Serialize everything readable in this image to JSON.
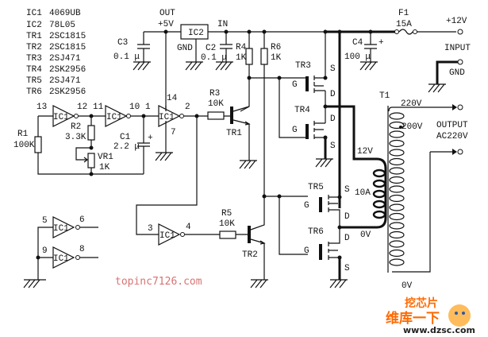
{
  "parts_list": [
    {
      "ref": "IC1",
      "part": "4069UB"
    },
    {
      "ref": "IC2",
      "part": "78L05"
    },
    {
      "ref": "TR1",
      "part": "2SC1815"
    },
    {
      "ref": "TR2",
      "part": "2SC1815"
    },
    {
      "ref": "TR3",
      "part": "2SJ471"
    },
    {
      "ref": "TR4",
      "part": "2SK2956"
    },
    {
      "ref": "TR5",
      "part": "2SJ471"
    },
    {
      "ref": "TR6",
      "part": "2SK2956"
    }
  ],
  "regulator": {
    "label": "IC2",
    "out": "OUT",
    "out_v": "+5V",
    "in": "IN",
    "gnd": "GND"
  },
  "capacitors": {
    "c1": {
      "name": "C1",
      "value": "2.2 μ",
      "polarity": "+"
    },
    "c2": {
      "name": "C2",
      "value": "0.1 μ"
    },
    "c3": {
      "name": "C3",
      "value": "0.1 μ"
    },
    "c4": {
      "name": "C4",
      "value": "100 μ",
      "polarity": "+"
    }
  },
  "resistors": {
    "r1": {
      "name": "R1",
      "value": "100K"
    },
    "r2": {
      "name": "R2",
      "value": "3.3K"
    },
    "r3": {
      "name": "R3",
      "value": "10K"
    },
    "r4": {
      "name": "R4",
      "value": "1K"
    },
    "r5": {
      "name": "R5",
      "value": "10K"
    },
    "r6": {
      "name": "R6",
      "value": "1K"
    },
    "vr1": {
      "name": "VR1",
      "value": "1K"
    }
  },
  "inverters": {
    "label": "IC1",
    "pins": {
      "p1": "1",
      "p2": "2",
      "p3": "3",
      "p4": "4",
      "p5": "5",
      "p6": "6",
      "p7": "7",
      "p8": "8",
      "p9": "9",
      "p10": "10",
      "p11": "11",
      "p12": "12",
      "p13": "13",
      "p14": "14"
    }
  },
  "transistors": {
    "tr1": "TR1",
    "tr2": "TR2",
    "tr3": "TR3",
    "tr4": "TR4",
    "tr5": "TR5",
    "tr6": "TR6"
  },
  "mosfet_pins": {
    "g": "G",
    "s": "S",
    "d": "D"
  },
  "fuse": {
    "name": "F1",
    "rating": "15A"
  },
  "input": {
    "voltage": "+12V",
    "label": "INPUT",
    "gnd": "GND"
  },
  "transformer": {
    "name": "T1",
    "primary_top": "12V",
    "primary_current": "10A",
    "primary_bottom": "0V",
    "tap_220": "220V",
    "tap_200": "200V",
    "tap_0": "0V"
  },
  "output": {
    "label": "OUTPUT",
    "type": "AC220V"
  },
  "watermarks": {
    "site1": "topinc7126.com",
    "logo_top": "挖芯片",
    "logo_mid": "维库一下",
    "logo_url": "www.dzsc.com"
  }
}
